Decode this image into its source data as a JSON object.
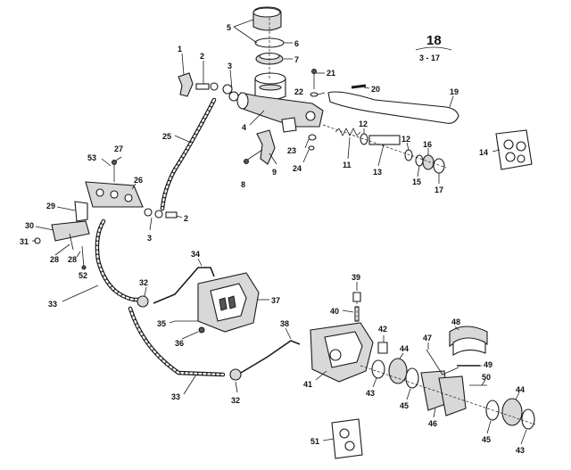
{
  "figure": {
    "ref_number": "18",
    "ref_sub": "3 - 17"
  },
  "labels": {
    "p1": "1",
    "p2a": "2",
    "p2b": "2",
    "p3a": "3",
    "p3b": "3",
    "p4": "4",
    "p5": "5",
    "p6": "6",
    "p7": "7",
    "p8": "8",
    "p9": "9",
    "p11": "11",
    "p12a": "12",
    "p12b": "12",
    "p13": "13",
    "p14": "14",
    "p15": "15",
    "p16": "16",
    "p17": "17",
    "p19": "19",
    "p20": "20",
    "p21": "21",
    "p22": "22",
    "p23": "23",
    "p24": "24",
    "p25": "25",
    "p26": "26",
    "p27": "27",
    "p28a": "28",
    "p28b": "28",
    "p29": "29",
    "p30": "30",
    "p31": "31",
    "p32a": "32",
    "p32b": "32",
    "p33a": "33",
    "p33b": "33",
    "p34": "34",
    "p35": "35",
    "p36": "36",
    "p37": "37",
    "p38": "38",
    "p39": "39",
    "p40": "40",
    "p41": "41",
    "p42": "42",
    "p43a": "43",
    "p43b": "43",
    "p44a": "44",
    "p44b": "44",
    "p45a": "45",
    "p45b": "45",
    "p46": "46",
    "p47": "47",
    "p48": "48",
    "p49": "49",
    "p50": "50",
    "p51": "51",
    "p52": "52",
    "p53": "53"
  }
}
